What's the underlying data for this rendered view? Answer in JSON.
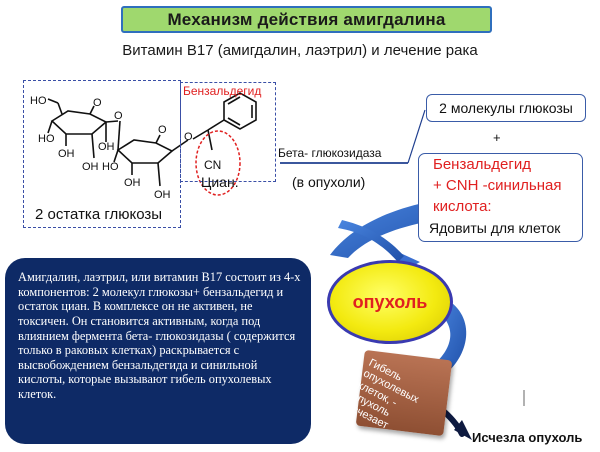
{
  "title": "Механизм действия амигдалина",
  "subtitle": "Витамин B17 (амигдалин, лаэтрил) и лечение рака",
  "molecule": {
    "glucose_box_label": "2 остатка глюкозы",
    "benzaldehyde_label": "Бензальдегид",
    "cn_label": "CN",
    "cyanide_label": "Циан.",
    "atoms": {
      "ho_top": "HO",
      "oh": "OH",
      "o": "O",
      "ho": "HO"
    }
  },
  "reaction": {
    "enzyme_label": "Бета- глюкозидаза",
    "location_label": "(в опухоли)"
  },
  "products": {
    "glucose_result": "2 молекулы глюкозы",
    "plus": "+",
    "toxic_lines": [
      "Бензальдегид",
      "+ CNH -синильная",
      "кислота:"
    ],
    "poison_label": "Ядовиты для клеток"
  },
  "info_text": "Амигдалин, лаэтрил, или витамин B17 состоит  из 4-х компонентов: 2 молекул глюкозы+ бензальдегид и остаток циан. В комплексе он  не активен, не токсичен.  Он становится активным, когда под влиянием фермента бета- глюкозидазы  ( содержится только в раковых клетках) раскрывается  с высвобождением  бензальдегида и синильной кислоты, которые  вызывают гибель опухолевых клеток.",
  "tumor_label": "опухоль",
  "death_label": "Гибель опухолевых клеток, - опухоль исчезает",
  "vanished_label": "Исчезла опухоль",
  "colors": {
    "title_bg": "#9fd86e",
    "title_border": "#2f6fbd",
    "panel_bg": "#0e2a66",
    "accent_red": "#e02020",
    "tumor_yellow": "#f3ea10",
    "arrow_blue": "#3b6fd0"
  }
}
